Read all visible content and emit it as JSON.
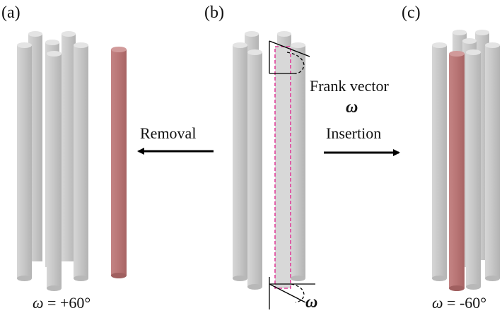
{
  "panels": {
    "a": {
      "label": "(a)",
      "omega_symbol": "ω",
      "omega_value": " = +60°"
    },
    "b": {
      "label": "(b)",
      "frank_vector_label": "Frank vector",
      "omega_bold": "ω",
      "omega_bottom": "ω"
    },
    "c": {
      "label": "(c)",
      "omega_symbol": "ω",
      "omega_value": " = -60°"
    }
  },
  "arrows": {
    "removal": "Removal",
    "insertion": "Insertion"
  },
  "colors": {
    "rod_gray": "#c9c9c9",
    "rod_red": "#b87575",
    "highlight_dashed": "#e0409a",
    "arrow": "#000000"
  }
}
